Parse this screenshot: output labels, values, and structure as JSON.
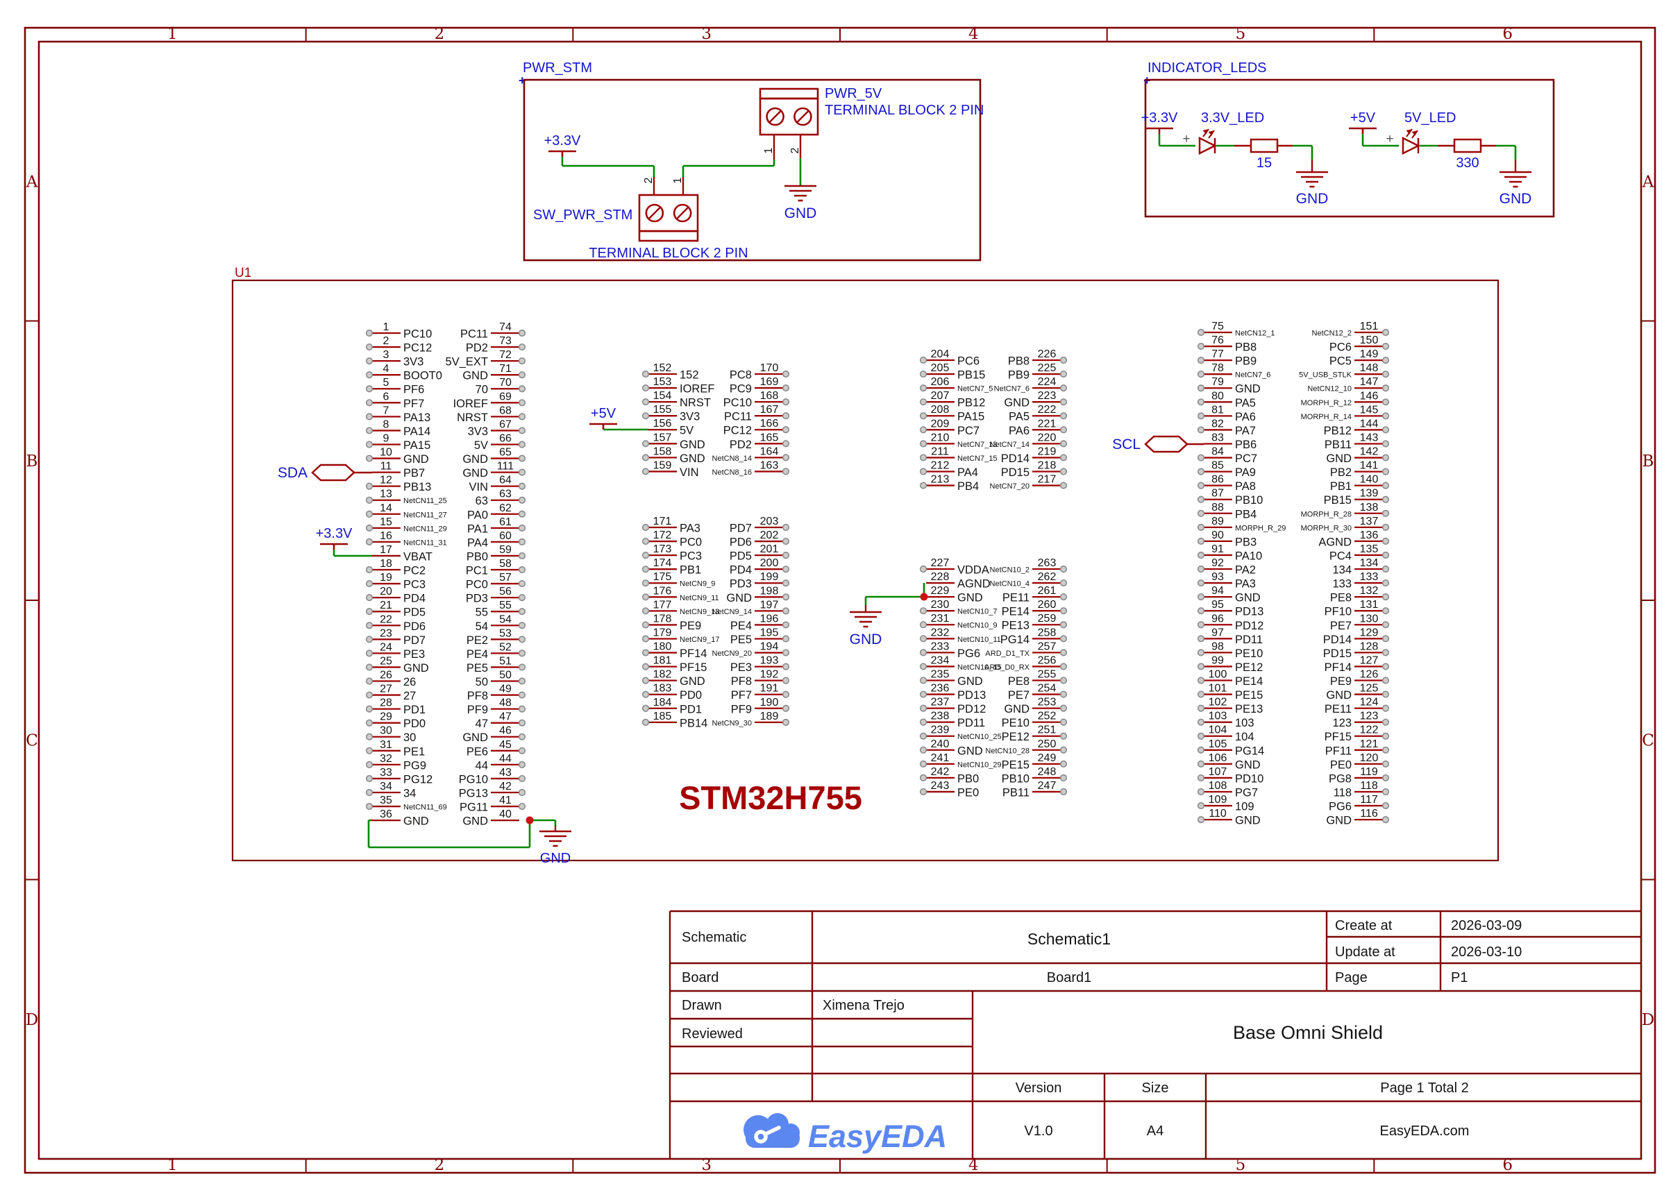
{
  "frame": {
    "col_labels": [
      "1",
      "2",
      "3",
      "4",
      "5",
      "6"
    ],
    "row_labels": [
      "A",
      "B",
      "C",
      "D"
    ]
  },
  "title_block": {
    "schematic_label": "Schematic",
    "schematic_value": "Schematic1",
    "create_label": "Create at",
    "create_value": "2026-03-09",
    "update_label": "Update at",
    "update_value": "2026-03-10",
    "board_label": "Board",
    "board_value": "Board1",
    "page_label": "Page",
    "page_value": "P1",
    "drawn_label": "Drawn",
    "drawn_value": "Ximena Trejo",
    "reviewed_label": "Reviewed",
    "reviewed_value": "",
    "title": "Base Omni Shield",
    "version_label": "Version",
    "version_value": "V1.0",
    "size_label": "Size",
    "size_value": "A4",
    "page_total": "Page 1 Total 2",
    "brand": "EasyEDA",
    "website": "EasyEDA.com"
  },
  "power_section": {
    "name": "PWR_STM",
    "plus_mark": "+",
    "pwr5v_ref": "PWR_5V",
    "pwr5v_device": "TERMINAL BLOCK 2 PIN",
    "sw_ref": "SW_PWR_STM",
    "sw_device": "TERMINAL BLOCK 2 PIN",
    "net_3v3": "+3.3V",
    "net_gnd": "GND",
    "pin1": "1",
    "pin2": "2"
  },
  "leds_section": {
    "name": "INDICATOR_LEDS",
    "plus_mark": "+",
    "circuits": [
      {
        "net": "+3.3V",
        "led_name": "3.3V_LED",
        "res_value": "15",
        "gnd": "GND",
        "polarity": "+"
      },
      {
        "net": "+5V",
        "led_name": "5V_LED",
        "res_value": "330",
        "gnd": "GND",
        "polarity": "+"
      }
    ]
  },
  "u1": {
    "ref": "U1",
    "part": "STM32H755",
    "ports": {
      "sda": "SDA",
      "scl": "SCL",
      "vbat_net": "+3.3V",
      "p156_net": "+5V",
      "gnd": "GND"
    },
    "colors": {
      "component": "#9d0404",
      "frame": "#7c0505",
      "wire": "#008800",
      "net_label": "#1414cc",
      "junction": "#cc1111",
      "chip_label": "#a40000",
      "logo": "#5b87f0"
    },
    "groups": [
      {
        "id": "g1",
        "left": [
          [
            "1",
            "PC10"
          ],
          [
            "2",
            "PC12"
          ],
          [
            "3",
            "3V3"
          ],
          [
            "4",
            "BOOT0"
          ],
          [
            "5",
            "PF6"
          ],
          [
            "6",
            "PF7"
          ],
          [
            "7",
            "PA13"
          ],
          [
            "8",
            "PA14"
          ],
          [
            "9",
            "PA15"
          ],
          [
            "10",
            "GND"
          ],
          [
            "11",
            "PB7"
          ],
          [
            "12",
            "PB13"
          ],
          [
            "13",
            "NetCN11_25"
          ],
          [
            "14",
            "NetCN11_27"
          ],
          [
            "15",
            "NetCN11_29"
          ],
          [
            "16",
            "NetCN11_31"
          ],
          [
            "17",
            "VBAT"
          ],
          [
            "18",
            "PC2"
          ],
          [
            "19",
            "PC3"
          ],
          [
            "20",
            "PD4"
          ],
          [
            "21",
            "PD5"
          ],
          [
            "22",
            "PD6"
          ],
          [
            "23",
            "PD7"
          ],
          [
            "24",
            "PE3"
          ],
          [
            "25",
            "GND"
          ],
          [
            "26",
            "26"
          ],
          [
            "27",
            "27"
          ],
          [
            "28",
            "PD1"
          ],
          [
            "29",
            "PD0"
          ],
          [
            "30",
            "30"
          ],
          [
            "31",
            "PE1"
          ],
          [
            "32",
            "PG9"
          ],
          [
            "33",
            "PG12"
          ],
          [
            "34",
            "34"
          ],
          [
            "35",
            "NetCN11_69"
          ],
          [
            "36",
            "GND"
          ]
        ],
        "right": [
          [
            "74",
            "PC11"
          ],
          [
            "73",
            "PD2"
          ],
          [
            "72",
            "5V_EXT"
          ],
          [
            "71",
            "GND"
          ],
          [
            "70",
            "70"
          ],
          [
            "69",
            "IOREF"
          ],
          [
            "68",
            "NRST"
          ],
          [
            "67",
            "3V3"
          ],
          [
            "66",
            "5V"
          ],
          [
            "65",
            "GND"
          ],
          [
            "111",
            "GND"
          ],
          [
            "64",
            "VIN"
          ],
          [
            "63",
            "63"
          ],
          [
            "62",
            "PA0"
          ],
          [
            "61",
            "PA1"
          ],
          [
            "60",
            "PA4"
          ],
          [
            "59",
            "PB0"
          ],
          [
            "58",
            "PC1"
          ],
          [
            "57",
            "PC0"
          ],
          [
            "56",
            "PD3"
          ],
          [
            "55",
            "55"
          ],
          [
            "54",
            "54"
          ],
          [
            "53",
            "PE2"
          ],
          [
            "52",
            "PE4"
          ],
          [
            "51",
            "PE5"
          ],
          [
            "50",
            "50"
          ],
          [
            "49",
            "PF8"
          ],
          [
            "48",
            "PF9"
          ],
          [
            "47",
            "47"
          ],
          [
            "46",
            "GND"
          ],
          [
            "45",
            "PE6"
          ],
          [
            "44",
            "44"
          ],
          [
            "43",
            "PG10"
          ],
          [
            "42",
            "PG13"
          ],
          [
            "41",
            "PG11"
          ],
          [
            "40",
            "GND"
          ]
        ]
      },
      {
        "id": "g2a",
        "left": [
          [
            "152",
            "152"
          ],
          [
            "153",
            "IOREF"
          ],
          [
            "154",
            "NRST"
          ],
          [
            "155",
            "3V3"
          ],
          [
            "156",
            "5V"
          ],
          [
            "157",
            "GND"
          ],
          [
            "158",
            "GND"
          ],
          [
            "159",
            "VIN"
          ]
        ],
        "right": [
          [
            "170",
            "PC8"
          ],
          [
            "169",
            "PC9"
          ],
          [
            "168",
            "PC10"
          ],
          [
            "167",
            "PC11"
          ],
          [
            "166",
            "PC12"
          ],
          [
            "165",
            "PD2"
          ],
          [
            "164",
            "NetCN8_14"
          ],
          [
            "163",
            "NetCN8_16"
          ]
        ]
      },
      {
        "id": "g2b",
        "left": [
          [
            "171",
            "PA3"
          ],
          [
            "172",
            "PC0"
          ],
          [
            "173",
            "PC3"
          ],
          [
            "174",
            "PB1"
          ],
          [
            "175",
            "NetCN9_9"
          ],
          [
            "176",
            "NetCN9_11"
          ],
          [
            "177",
            "NetCN9_13"
          ],
          [
            "178",
            "PE9"
          ],
          [
            "179",
            "NetCN9_17"
          ],
          [
            "180",
            "PF14"
          ],
          [
            "181",
            "PF15"
          ],
          [
            "182",
            "GND"
          ],
          [
            "183",
            "PD0"
          ],
          [
            "184",
            "PD1"
          ],
          [
            "185",
            "PB14"
          ]
        ],
        "right": [
          [
            "203",
            "PD7"
          ],
          [
            "202",
            "PD6"
          ],
          [
            "201",
            "PD5"
          ],
          [
            "200",
            "PD4"
          ],
          [
            "199",
            "PD3"
          ],
          [
            "198",
            "GND"
          ],
          [
            "197",
            "NetCN9_14"
          ],
          [
            "196",
            "PE4"
          ],
          [
            "195",
            "PE5"
          ],
          [
            "194",
            "NetCN9_20"
          ],
          [
            "193",
            "PE3"
          ],
          [
            "192",
            "PF8"
          ],
          [
            "191",
            "PF7"
          ],
          [
            "190",
            "PF9"
          ],
          [
            "189",
            "NetCN9_30"
          ]
        ]
      },
      {
        "id": "g3a",
        "left": [
          [
            "204",
            "PC6"
          ],
          [
            "205",
            "PB15"
          ],
          [
            "206",
            "NetCN7_5"
          ],
          [
            "207",
            "PB12"
          ],
          [
            "208",
            "PA15"
          ],
          [
            "209",
            "PC7"
          ],
          [
            "210",
            "NetCN7_13"
          ],
          [
            "211",
            "NetCN7_15"
          ],
          [
            "212",
            "PA4"
          ],
          [
            "213",
            "PB4"
          ]
        ],
        "right": [
          [
            "226",
            "PB8"
          ],
          [
            "225",
            "PB9"
          ],
          [
            "224",
            "NetCN7_6"
          ],
          [
            "223",
            "GND"
          ],
          [
            "222",
            "PA5"
          ],
          [
            "221",
            "PA6"
          ],
          [
            "220",
            "NetCN7_14"
          ],
          [
            "219",
            "PD14"
          ],
          [
            "218",
            "PD15"
          ],
          [
            "217",
            "NetCN7_20"
          ]
        ]
      },
      {
        "id": "g3b",
        "left": [
          [
            "227",
            "VDDA"
          ],
          [
            "228",
            "AGND"
          ],
          [
            "229",
            "GND"
          ],
          [
            "230",
            "NetCN10_7"
          ],
          [
            "231",
            "NetCN10_9"
          ],
          [
            "232",
            "NetCN10_11"
          ],
          [
            "233",
            "PG6"
          ],
          [
            "234",
            "NetCN10_15"
          ],
          [
            "235",
            "GND"
          ],
          [
            "236",
            "PD13"
          ],
          [
            "237",
            "PD12"
          ],
          [
            "238",
            "PD11"
          ],
          [
            "239",
            "NetCN10_25"
          ],
          [
            "240",
            "GND"
          ],
          [
            "241",
            "NetCN10_29"
          ],
          [
            "242",
            "PB0"
          ],
          [
            "243",
            "PE0"
          ]
        ],
        "right": [
          [
            "263",
            "NetCN10_2"
          ],
          [
            "262",
            "NetCN10_4"
          ],
          [
            "261",
            "PE11"
          ],
          [
            "260",
            "PE14"
          ],
          [
            "259",
            "PE13"
          ],
          [
            "258",
            "PG14"
          ],
          [
            "257",
            "ARD_D1_TX"
          ],
          [
            "256",
            "ARD_D0_RX"
          ],
          [
            "255",
            "PE8"
          ],
          [
            "254",
            "PE7"
          ],
          [
            "253",
            "GND"
          ],
          [
            "252",
            "PE10"
          ],
          [
            "251",
            "PE12"
          ],
          [
            "250",
            "NetCN10_28"
          ],
          [
            "249",
            "PE15"
          ],
          [
            "248",
            "PB10"
          ],
          [
            "247",
            "PB11"
          ]
        ]
      },
      {
        "id": "g4",
        "left": [
          [
            "75",
            "NetCN12_1"
          ],
          [
            "76",
            "PB8"
          ],
          [
            "77",
            "PB9"
          ],
          [
            "78",
            "NetCN7_6"
          ],
          [
            "79",
            "GND"
          ],
          [
            "80",
            "PA5"
          ],
          [
            "81",
            "PA6"
          ],
          [
            "82",
            "PA7"
          ],
          [
            "83",
            "PB6"
          ],
          [
            "84",
            "PC7"
          ],
          [
            "85",
            "PA9"
          ],
          [
            "86",
            "PA8"
          ],
          [
            "87",
            "PB10"
          ],
          [
            "88",
            "PB4"
          ],
          [
            "89",
            "MORPH_R_29"
          ],
          [
            "90",
            "PB3"
          ],
          [
            "91",
            "PA10"
          ],
          [
            "92",
            "PA2"
          ],
          [
            "93",
            "PA3"
          ],
          [
            "94",
            "GND"
          ],
          [
            "95",
            "PD13"
          ],
          [
            "96",
            "PD12"
          ],
          [
            "97",
            "PD11"
          ],
          [
            "98",
            "PE10"
          ],
          [
            "99",
            "PE12"
          ],
          [
            "100",
            "PE14"
          ],
          [
            "101",
            "PE15"
          ],
          [
            "102",
            "PE13"
          ],
          [
            "103",
            "103"
          ],
          [
            "104",
            "104"
          ],
          [
            "105",
            "PG14"
          ],
          [
            "106",
            "GND"
          ],
          [
            "107",
            "PD10"
          ],
          [
            "108",
            "PG7"
          ],
          [
            "109",
            "109"
          ],
          [
            "110",
            "GND"
          ]
        ],
        "right": [
          [
            "151",
            "NetCN12_2"
          ],
          [
            "150",
            "PC6"
          ],
          [
            "149",
            "PC5"
          ],
          [
            "148",
            "5V_USB_STLK"
          ],
          [
            "147",
            "NetCN12_10"
          ],
          [
            "146",
            "MORPH_R_12"
          ],
          [
            "145",
            "MORPH_R_14"
          ],
          [
            "144",
            "PB12"
          ],
          [
            "143",
            "PB11"
          ],
          [
            "142",
            "GND"
          ],
          [
            "141",
            "PB2"
          ],
          [
            "140",
            "PB1"
          ],
          [
            "139",
            "PB15"
          ],
          [
            "138",
            "MORPH_R_28"
          ],
          [
            "137",
            "MORPH_R_30"
          ],
          [
            "136",
            "AGND"
          ],
          [
            "135",
            "PC4"
          ],
          [
            "134",
            "134"
          ],
          [
            "133",
            "133"
          ],
          [
            "132",
            "PE8"
          ],
          [
            "131",
            "PF10"
          ],
          [
            "130",
            "PE7"
          ],
          [
            "129",
            "PD14"
          ],
          [
            "128",
            "PD15"
          ],
          [
            "127",
            "PF14"
          ],
          [
            "126",
            "PE9"
          ],
          [
            "125",
            "GND"
          ],
          [
            "124",
            "PE11"
          ],
          [
            "123",
            "123"
          ],
          [
            "122",
            "PF15"
          ],
          [
            "121",
            "PF11"
          ],
          [
            "120",
            "PE0"
          ],
          [
            "119",
            "PG8"
          ],
          [
            "118",
            "118"
          ],
          [
            "117",
            "PG6"
          ],
          [
            "116",
            "GND"
          ]
        ]
      }
    ]
  }
}
